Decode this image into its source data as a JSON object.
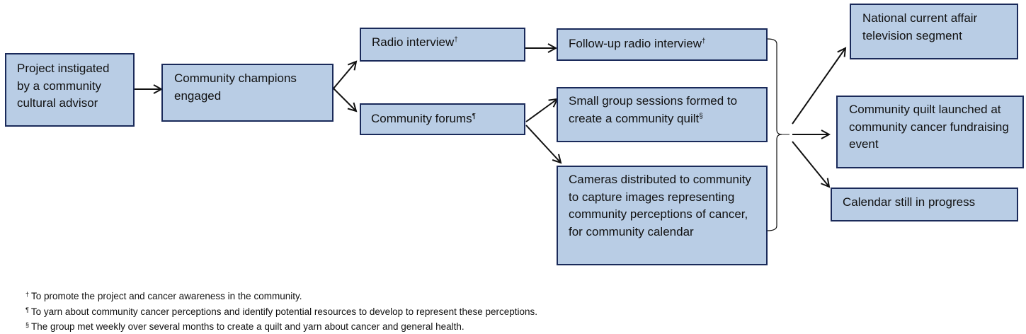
{
  "diagram": {
    "nodes": {
      "project": {
        "text": "Project instigated by a community cultural advisor",
        "sup": ""
      },
      "champions": {
        "text": "Community champions engaged",
        "sup": ""
      },
      "radio": {
        "text": "Radio interview",
        "sup": "†"
      },
      "forums": {
        "text": "Community forums",
        "sup": "¶"
      },
      "followup": {
        "text": "Follow-up radio interview",
        "sup": "†"
      },
      "small_group": {
        "text": "Small group sessions formed to create a community quilt",
        "sup": "§"
      },
      "cameras": {
        "text": "Cameras distributed to community to capture images representing community perceptions of cancer, for community calendar",
        "sup": ""
      },
      "tv": {
        "text": "National current affair television segment",
        "sup": ""
      },
      "quilt": {
        "text": "Community quilt launched at community cancer fundraising event",
        "sup": ""
      },
      "calendar": {
        "text": "Calendar still in progress",
        "sup": ""
      }
    },
    "edges": [
      [
        "project",
        "champions"
      ],
      [
        "champions",
        "radio"
      ],
      [
        "champions",
        "forums"
      ],
      [
        "radio",
        "followup"
      ],
      [
        "forums",
        "small_group"
      ],
      [
        "forums",
        "cameras"
      ],
      [
        "bracket",
        "tv"
      ],
      [
        "bracket",
        "quilt"
      ],
      [
        "bracket",
        "calendar"
      ]
    ],
    "colors": {
      "box_fill": "#b9cde5",
      "box_border": "#1a2a5a",
      "arrow": "#111111"
    }
  },
  "footnotes": [
    {
      "mark": "†",
      "text": "To promote the project and cancer awareness in the community."
    },
    {
      "mark": "¶",
      "text": "To yarn about community cancer perceptions and identify potential resources to develop to represent these perceptions."
    },
    {
      "mark": "§",
      "text": "The group met weekly over several months to create a quilt and yarn about cancer and general health."
    }
  ]
}
